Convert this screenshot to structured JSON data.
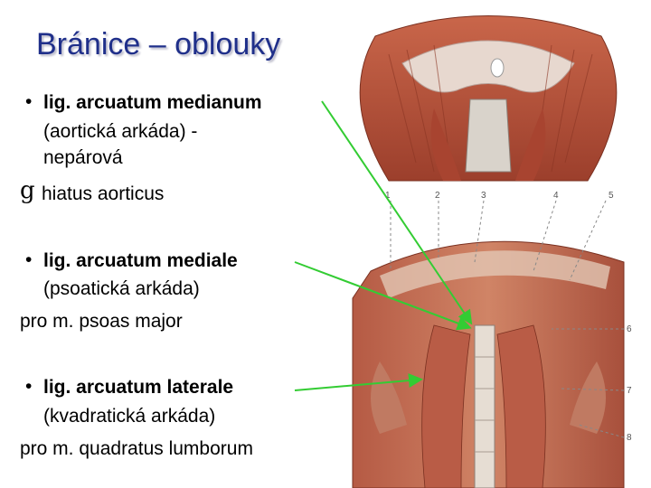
{
  "slide": {
    "title": "Bránice – oblouky",
    "items": [
      {
        "bullet": "•",
        "heading": "lig. arcuatum medianum",
        "line2": "(aortická arkáda) -",
        "line3": "nepárová",
        "sub_symbol": "g",
        "sub_text": "hiatus aorticus"
      },
      {
        "bullet": "•",
        "heading": "lig. arcuatum mediale",
        "line2": "(psoatická arkáda)",
        "line3": "pro m. psoas major"
      },
      {
        "bullet": "•",
        "heading": "lig. arcuatum laterale",
        "line2": "(kvadratická arkáda)",
        "line3": "pro m. quadratus lumborum"
      }
    ],
    "figure_labels": [
      "1",
      "2",
      "3",
      "4",
      "5",
      "6",
      "7",
      "8"
    ],
    "colors": {
      "title": "#1f2f8a",
      "arrow": "#33cc33",
      "muscle": "#b5533c"
    }
  }
}
